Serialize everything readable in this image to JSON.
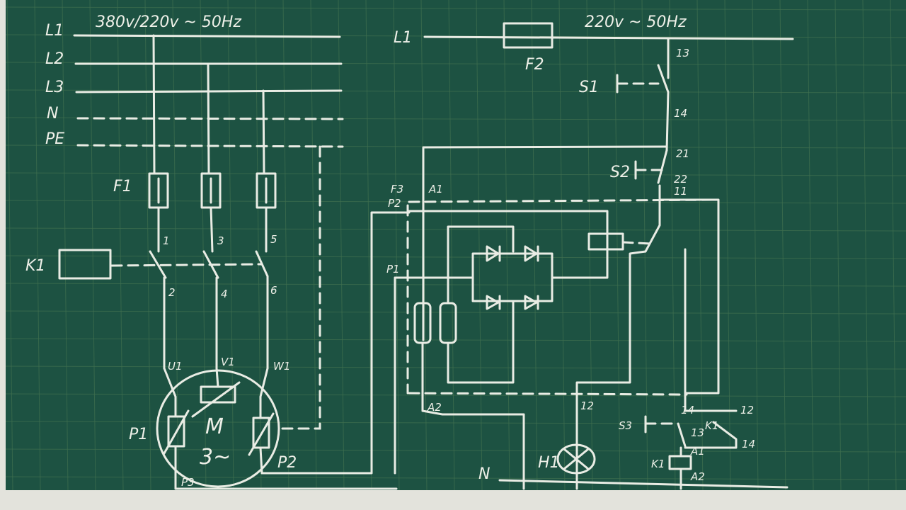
{
  "supply": {
    "main_voltage": "380v/220v ~ 50Hz",
    "control_voltage": "220v ~ 50Hz",
    "lines": [
      "L1",
      "L2",
      "L3",
      "N",
      "PE"
    ],
    "control_line": "L1",
    "neutral": "N"
  },
  "power_circuit": {
    "fuse": "F1",
    "contactor": "K1",
    "terminals_top": [
      "1",
      "3",
      "5"
    ],
    "terminals_bottom": [
      "2",
      "4",
      "6"
    ],
    "motor_terminals": [
      "U1",
      "V1",
      "W1"
    ],
    "motor_symbol": "M",
    "motor_phase": "3~",
    "thermistors": [
      "P1",
      "P2"
    ],
    "motor_bottom": "P3"
  },
  "control_circuit": {
    "fuse": "F2",
    "switches": [
      "S1",
      "S2",
      "S3"
    ],
    "switch_terminals": [
      "13",
      "14",
      "21",
      "22",
      "11"
    ],
    "relay": "F3",
    "relay_pins": [
      "A1",
      "A2",
      "P2",
      "P1"
    ],
    "point_12": "12",
    "lamp": "H1",
    "coil": "K1",
    "coil_pins": [
      "A1",
      "A2"
    ],
    "aux_contact": "K1",
    "aux_terminals": [
      "13",
      "14"
    ],
    "contact_terminals": [
      "14",
      "12"
    ]
  },
  "colors": {
    "board": "#1d5242",
    "chalk": "#e9ece4",
    "grid": "#3f6f4f"
  }
}
